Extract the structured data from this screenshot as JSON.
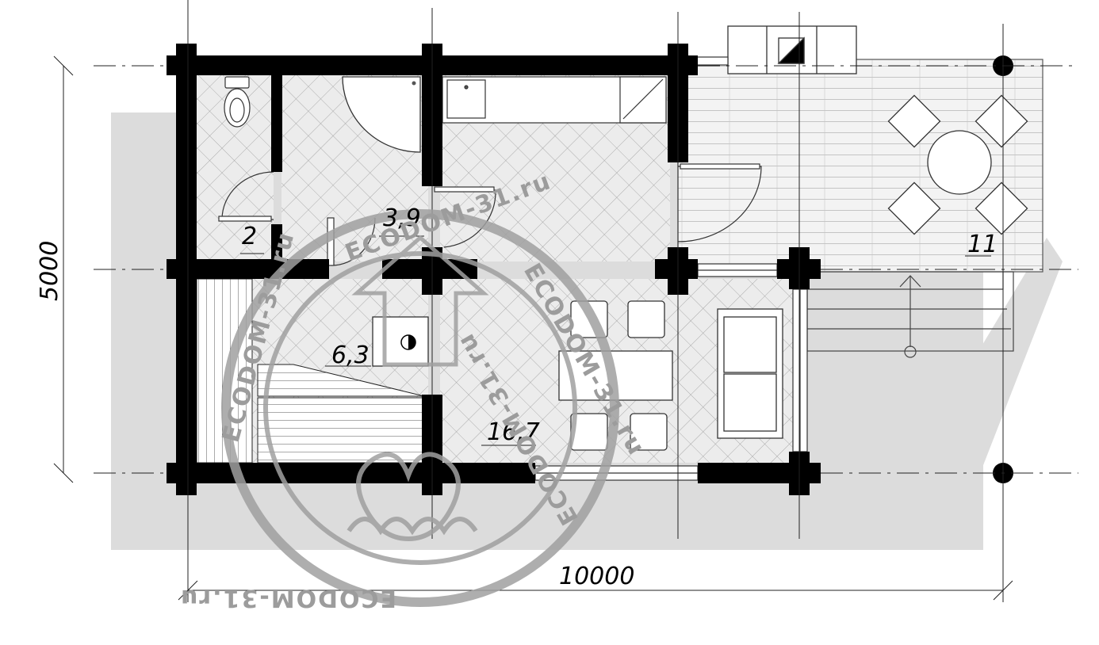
{
  "plan": {
    "dimensions": {
      "width": "10000",
      "height": "5000"
    },
    "rooms": [
      {
        "id": "wc",
        "area": "2"
      },
      {
        "id": "shower",
        "area": "3,9"
      },
      {
        "id": "steam",
        "area": "6,3"
      },
      {
        "id": "lounge",
        "area": "16,7"
      },
      {
        "id": "terrace",
        "area": "11"
      }
    ],
    "watermark": {
      "text": "ECODOM-31.ru",
      "colors": {
        "stamp": "#9c9c9c",
        "shadow": "#d9d9d9",
        "wall": "#000000"
      }
    }
  }
}
